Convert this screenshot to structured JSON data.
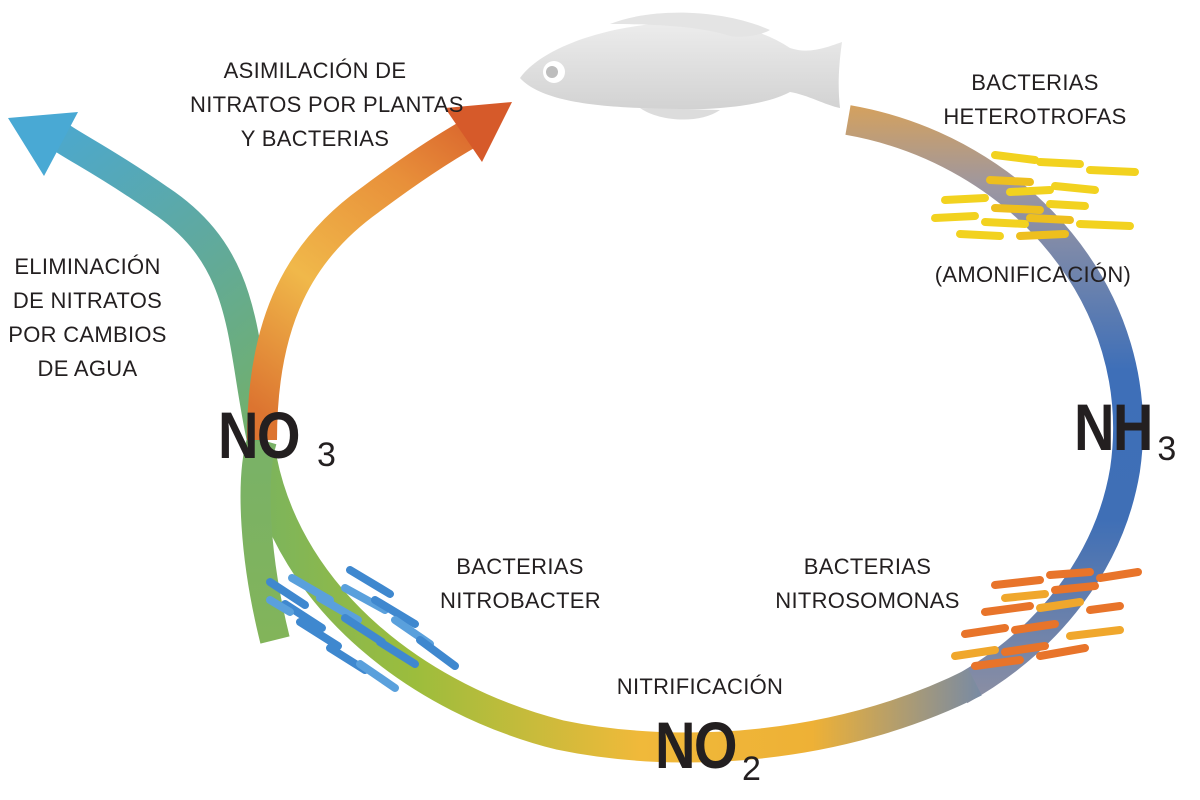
{
  "labels": {
    "assimilation": [
      "ASIMILACIÓN DE",
      "NITRATOS POR PLANTAS",
      "Y BACTERIAS"
    ],
    "elimination": [
      "ELIMINACIÓN",
      "DE NITRATOS",
      "POR CAMBIOS",
      "DE AGUA"
    ],
    "heterotrophic": [
      "BACTERIAS",
      "HETEROTROFAS"
    ],
    "ammonification": "(AMONIFICACIÓN)",
    "nitrobacter": [
      "BACTERIAS",
      "NITROBACTER"
    ],
    "nitrosomonas": [
      "BACTERIAS",
      "NITROSOMONAS"
    ],
    "nitrification": "NITRIFICACIÓN"
  },
  "compounds": {
    "nitrate": {
      "main": "NO",
      "sub": "3"
    },
    "ammonia": {
      "main": "NH",
      "sub": "3"
    },
    "nitrite": {
      "main": "NO",
      "sub": "2"
    }
  },
  "colors": {
    "nitrate_green": "#7fb562",
    "nitrite_yellow": "#f0b93a",
    "ammonia_blue": "#3d70b8",
    "assimilation_orange": "#d9622a",
    "elimination_cyan": "#49a9d4",
    "fish_gray": "#d9d9d9",
    "bacteria_blue": "#3f88cf",
    "bacteria_yellow": "#f2d21f",
    "bacteria_orange": "#e8742a"
  },
  "icons": [
    "fish-icon",
    "bacteria-cluster-icon"
  ]
}
